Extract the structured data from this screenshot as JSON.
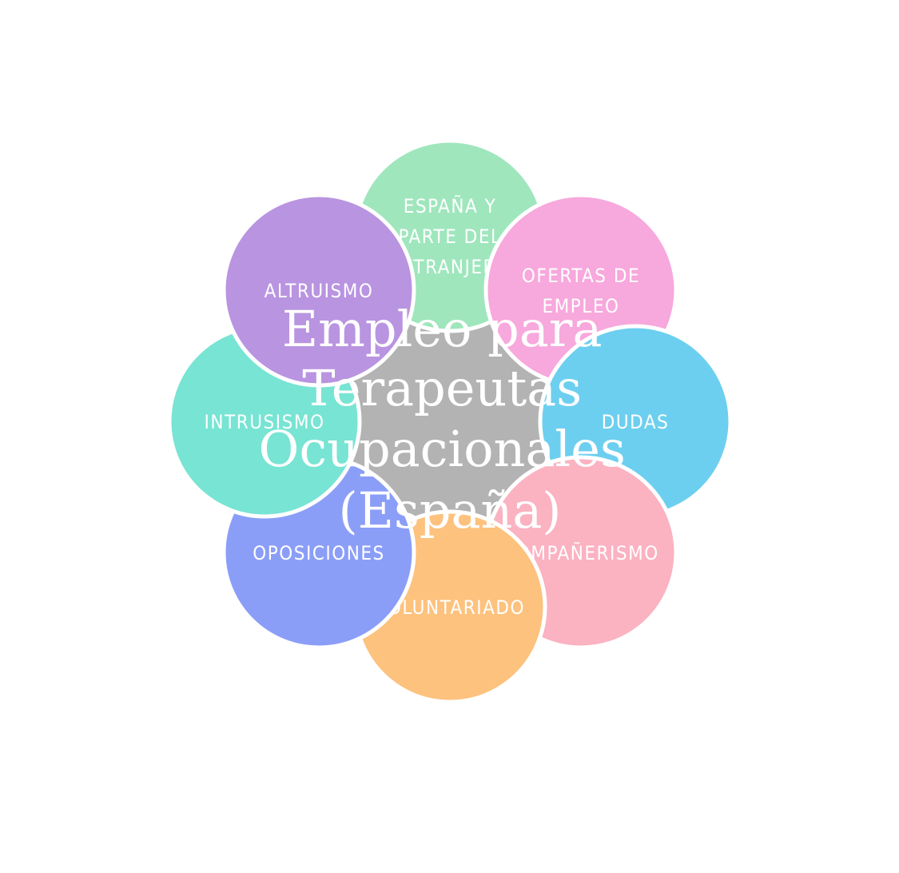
{
  "center": {
    "lines": [
      "Empleo para",
      "Terapeutas",
      "Ocupacionales",
      "(España)"
    ],
    "color": "#b3b3b3"
  },
  "nodes": [
    {
      "name": "node-espana-extranjero",
      "lines": [
        "ESPAÑA Y",
        "PARTE DEL",
        "EXTRANJERO"
      ],
      "color": "#9fe6bd"
    },
    {
      "name": "node-ofertas-empleo",
      "lines": [
        "OFERTAS DE",
        "EMPLEO"
      ],
      "color": "#f7a8dc"
    },
    {
      "name": "node-dudas",
      "lines": [
        "DUDAS"
      ],
      "color": "#6dcfef"
    },
    {
      "name": "node-companerismo",
      "lines": [
        "COMPAÑERISMO"
      ],
      "color": "#fbb2c1"
    },
    {
      "name": "node-voluntariado",
      "lines": [
        "VOLUNTARIADO"
      ],
      "color": "#fdc27e"
    },
    {
      "name": "node-oposiciones",
      "lines": [
        "OPOSICIONES"
      ],
      "color": "#8b9ef7"
    },
    {
      "name": "node-intrusismo",
      "lines": [
        "INTRUSISMO"
      ],
      "color": "#78e4d3"
    },
    {
      "name": "node-altruismo",
      "lines": [
        "ALTRUISMO"
      ],
      "color": "#b994e0"
    }
  ]
}
